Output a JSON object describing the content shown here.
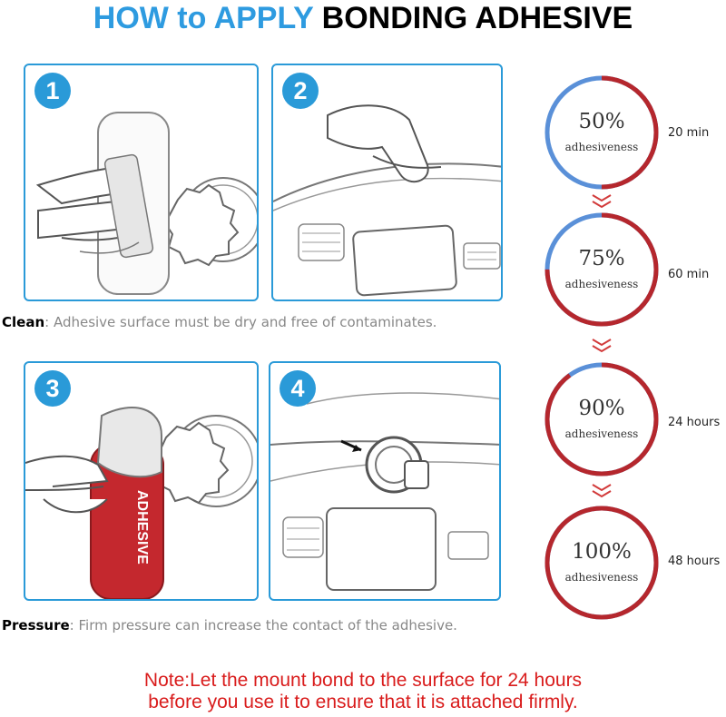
{
  "header": {
    "title_part1": "HOW to APPLY",
    "title_part2": "BONDING ADHESIVE"
  },
  "steps": [
    {
      "number": "1"
    },
    {
      "number": "2"
    },
    {
      "number": "3",
      "tape_text": "ADHESIVE"
    },
    {
      "number": "4"
    }
  ],
  "captions": {
    "clean": {
      "label": "Clean",
      "text": ": Adhesive surface must be dry and free of contaminates."
    },
    "pressure": {
      "label": "Pressure",
      "text": ": Firm pressure can increase the contact of the adhesive."
    }
  },
  "note": {
    "line1": "Note:Let the mount bond to the surface for 24 hours",
    "line2": "before you use it to ensure that it is attached firmly."
  },
  "progress": {
    "label": "adhesiveness",
    "colors": {
      "filled": "#b5272d",
      "remaining": "#5a90d8"
    },
    "stages": [
      {
        "percent_text": "50%",
        "value": 50,
        "time": "20 min"
      },
      {
        "percent_text": "75%",
        "value": 75,
        "time": "60 min"
      },
      {
        "percent_text": "90%",
        "value": 90,
        "time": "24 hours"
      },
      {
        "percent_text": "100%",
        "value": 100,
        "time": "48 hours"
      }
    ]
  }
}
